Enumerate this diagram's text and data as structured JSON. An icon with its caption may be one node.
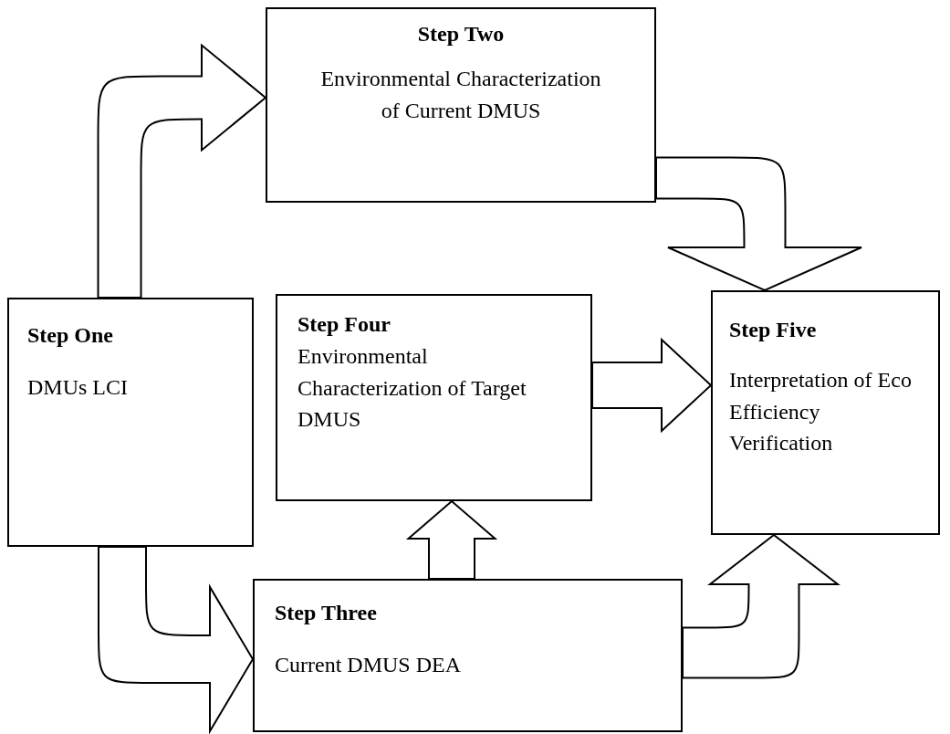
{
  "diagram": {
    "nodes": [
      {
        "text": [
          "Step One",
          "DMUs LCI"
        ]
      },
      {
        "text": [
          "Step Two",
          "Environmental Characterization of Current DMUS"
        ]
      },
      {
        "text": [
          "Step Four",
          "Environmental Characterization of Target DMUS"
        ]
      },
      {
        "text": [
          "Step Five",
          "Interpretation of Eco Efficiency Verification"
        ]
      },
      {
        "text": [
          "Step Three",
          "Current DMUS DEA"
        ]
      }
    ],
    "edges": [
      {
        "from": 0,
        "to": 1,
        "arrow": "to"
      },
      {
        "from": 1,
        "to": 3,
        "arrow": "to"
      },
      {
        "from": 2,
        "to": 3,
        "arrow": "to"
      },
      {
        "from": 0,
        "to": 4,
        "arrow": "to"
      },
      {
        "from": 4,
        "to": 2,
        "arrow": "to"
      },
      {
        "from": 4,
        "to": 3,
        "arrow": "to"
      }
    ]
  }
}
